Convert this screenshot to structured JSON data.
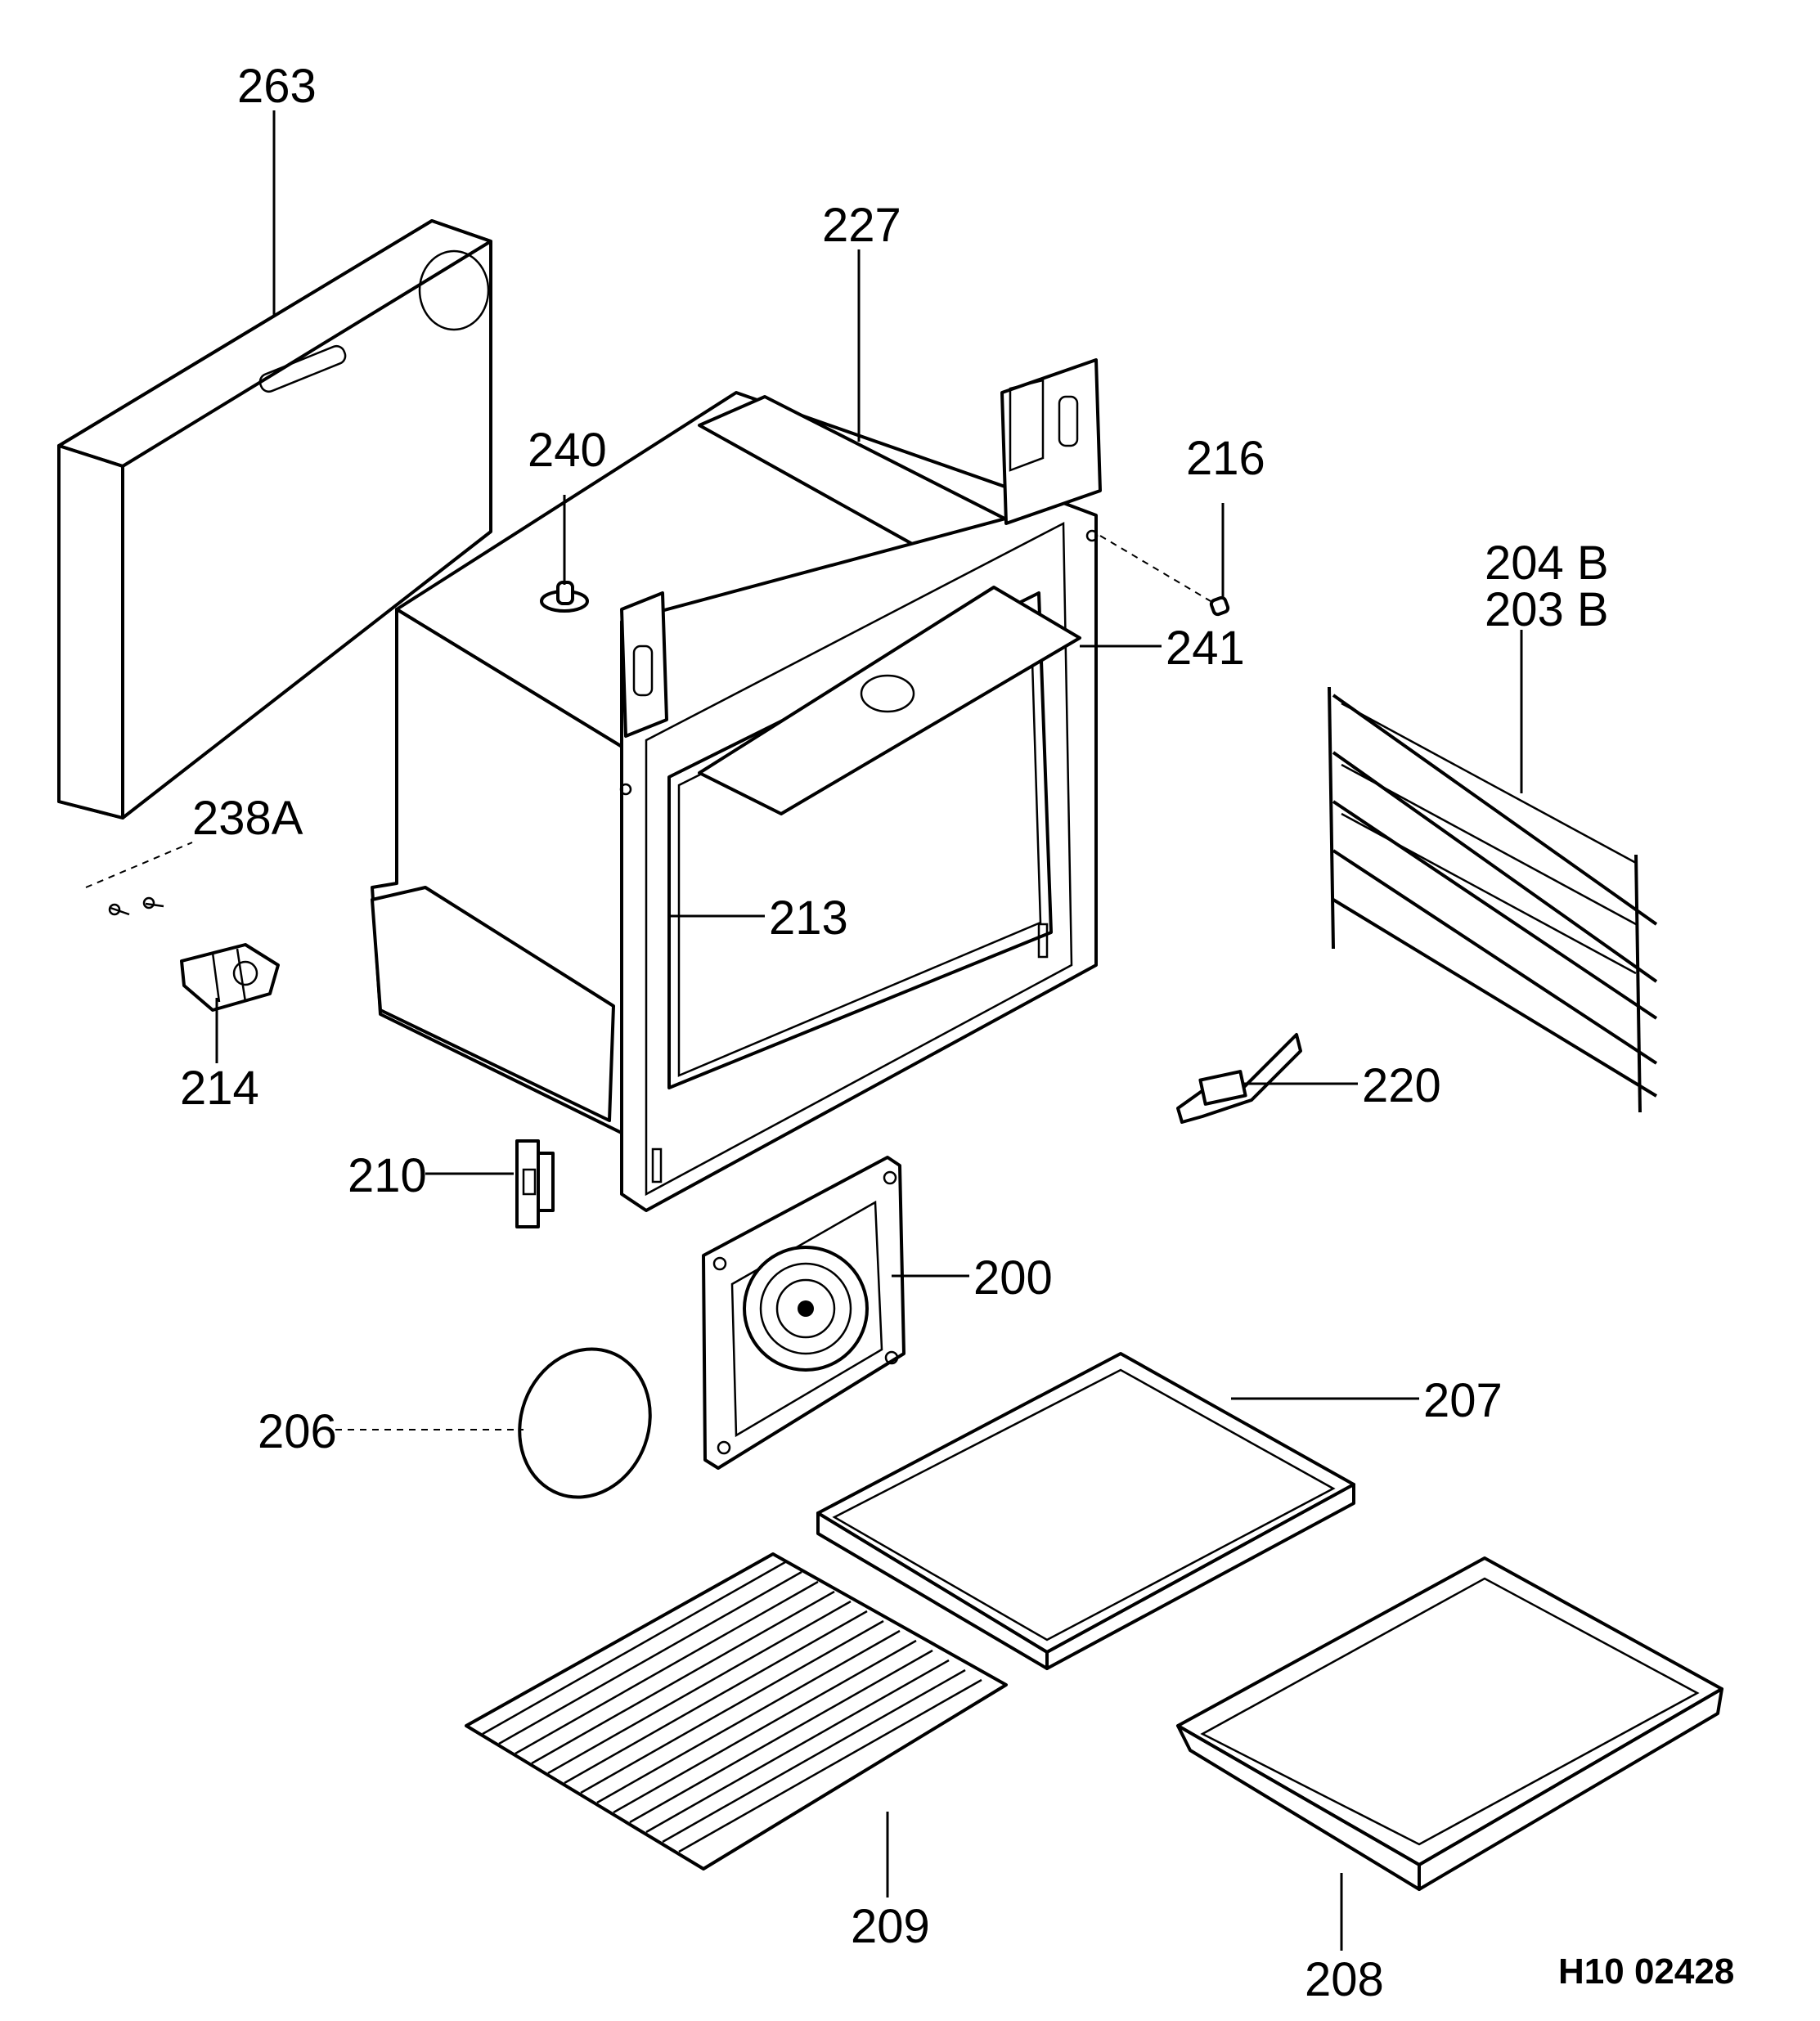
{
  "labels": {
    "p263": "263",
    "p227": "227",
    "p240": "240",
    "p216": "216",
    "p204b": "204 B",
    "p203b": "203 B",
    "p241": "241",
    "p238a": "238A",
    "p213": "213",
    "p214": "214",
    "p220": "220",
    "p210": "210",
    "p200": "200",
    "p207": "207",
    "p206": "206",
    "p209": "209",
    "p208": "208"
  },
  "drawing_code": "H10 02428"
}
